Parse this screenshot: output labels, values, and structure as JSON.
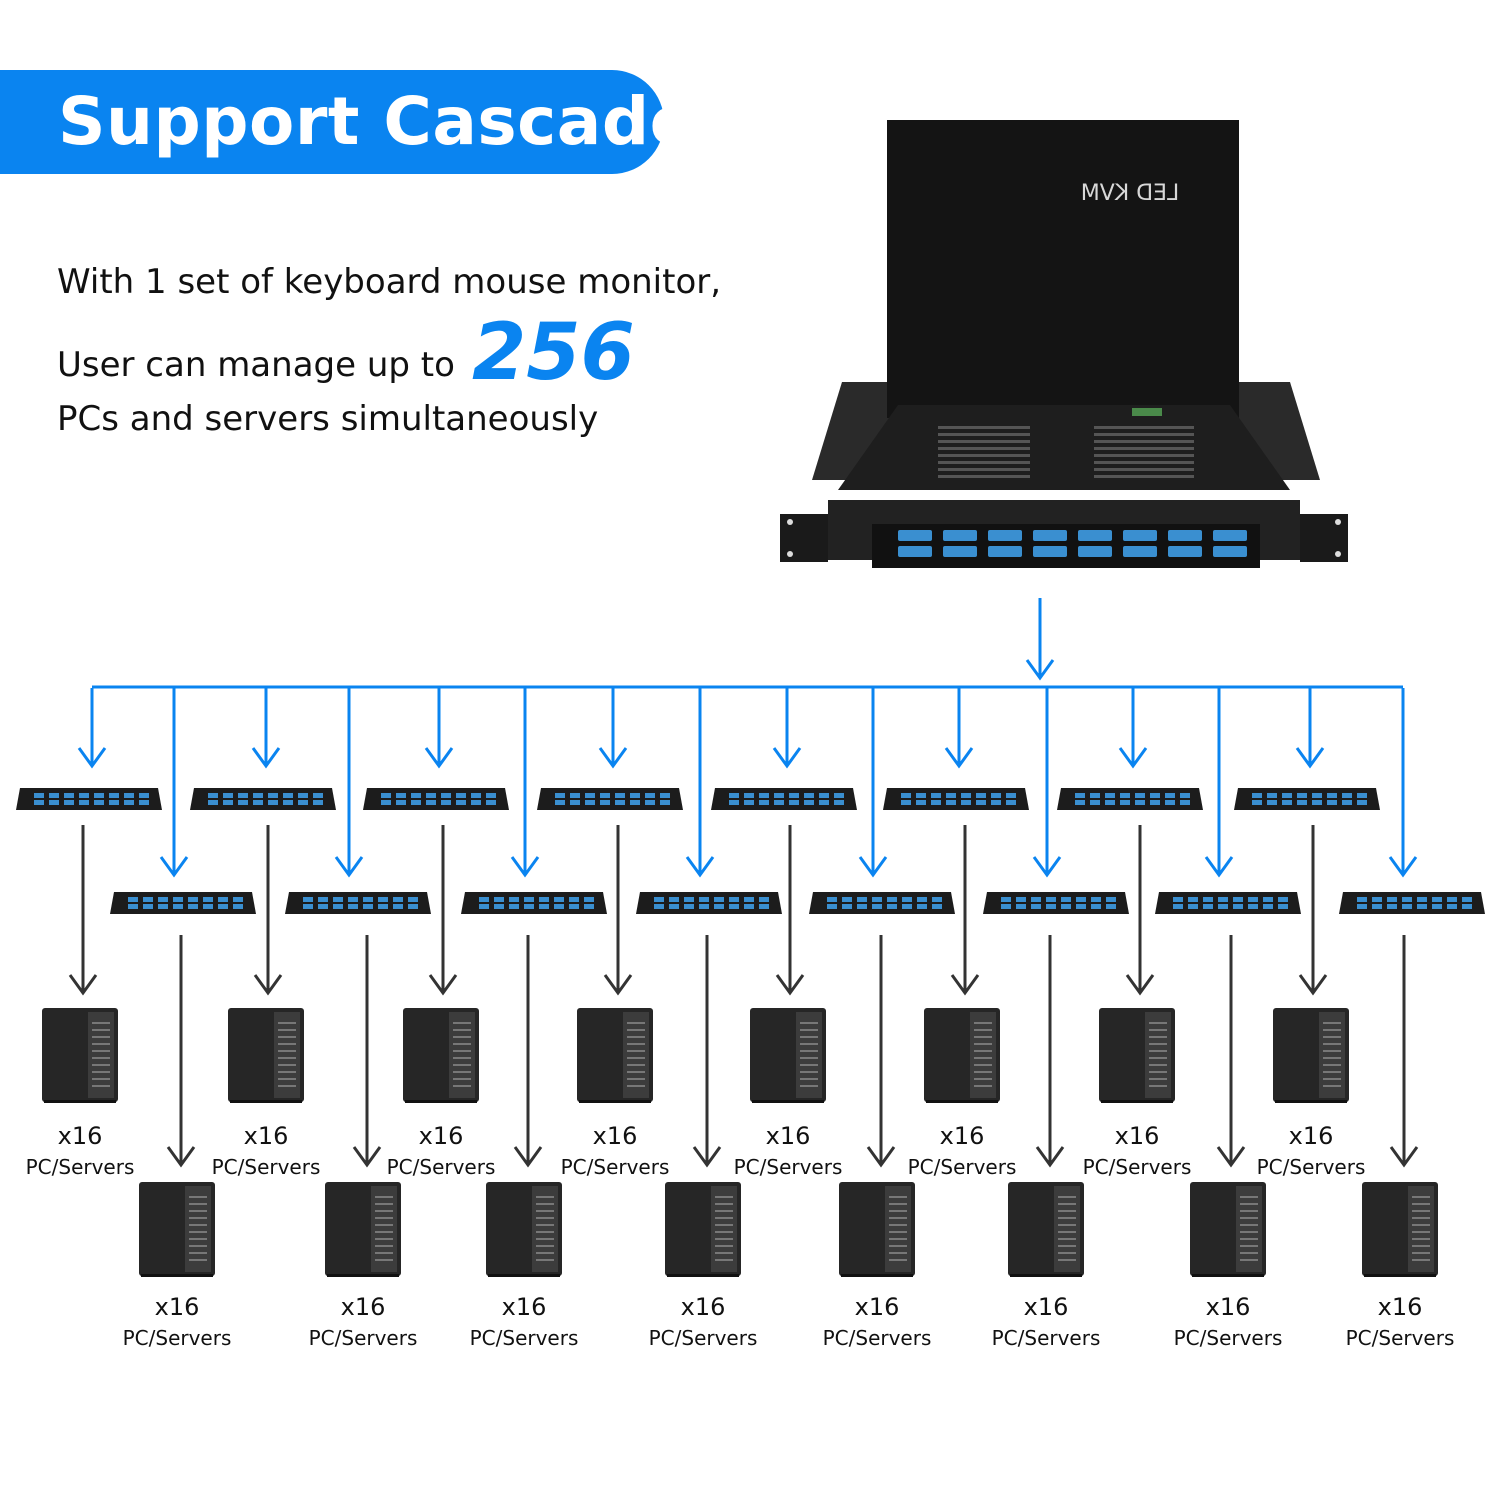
{
  "banner": {
    "title": "Support Cascade"
  },
  "intro": {
    "line1": "With 1 set of keyboard mouse monitor,",
    "line2": "User can manage up to",
    "highlight": "256",
    "line3": "PCs and servers simultaneously"
  },
  "console": {
    "screen_label": "LED KVM"
  },
  "colors": {
    "accent": "#0a84f0",
    "arrow_dark": "#333333",
    "device": "#1c1c1c",
    "port": "#3a8fd0"
  },
  "icons": {
    "kvm": "rack-kvm-switch",
    "server": "tower-server-icon"
  },
  "nodes": [
    {
      "count": "x16",
      "label": "PC/Servers"
    },
    {
      "count": "x16",
      "label": "PC/Servers"
    },
    {
      "count": "x16",
      "label": "PC/Servers"
    },
    {
      "count": "x16",
      "label": "PC/Servers"
    },
    {
      "count": "x16",
      "label": "PC/Servers"
    },
    {
      "count": "x16",
      "label": "PC/Servers"
    },
    {
      "count": "x16",
      "label": "PC/Servers"
    },
    {
      "count": "x16",
      "label": "PC/Servers"
    },
    {
      "count": "x16",
      "label": "PC/Servers"
    },
    {
      "count": "x16",
      "label": "PC/Servers"
    },
    {
      "count": "x16",
      "label": "PC/Servers"
    },
    {
      "count": "x16",
      "label": "PC/Servers"
    },
    {
      "count": "x16",
      "label": "PC/Servers"
    },
    {
      "count": "x16",
      "label": "PC/Servers"
    },
    {
      "count": "x16",
      "label": "PC/Servers"
    },
    {
      "count": "x16",
      "label": "PC/Servers"
    }
  ]
}
